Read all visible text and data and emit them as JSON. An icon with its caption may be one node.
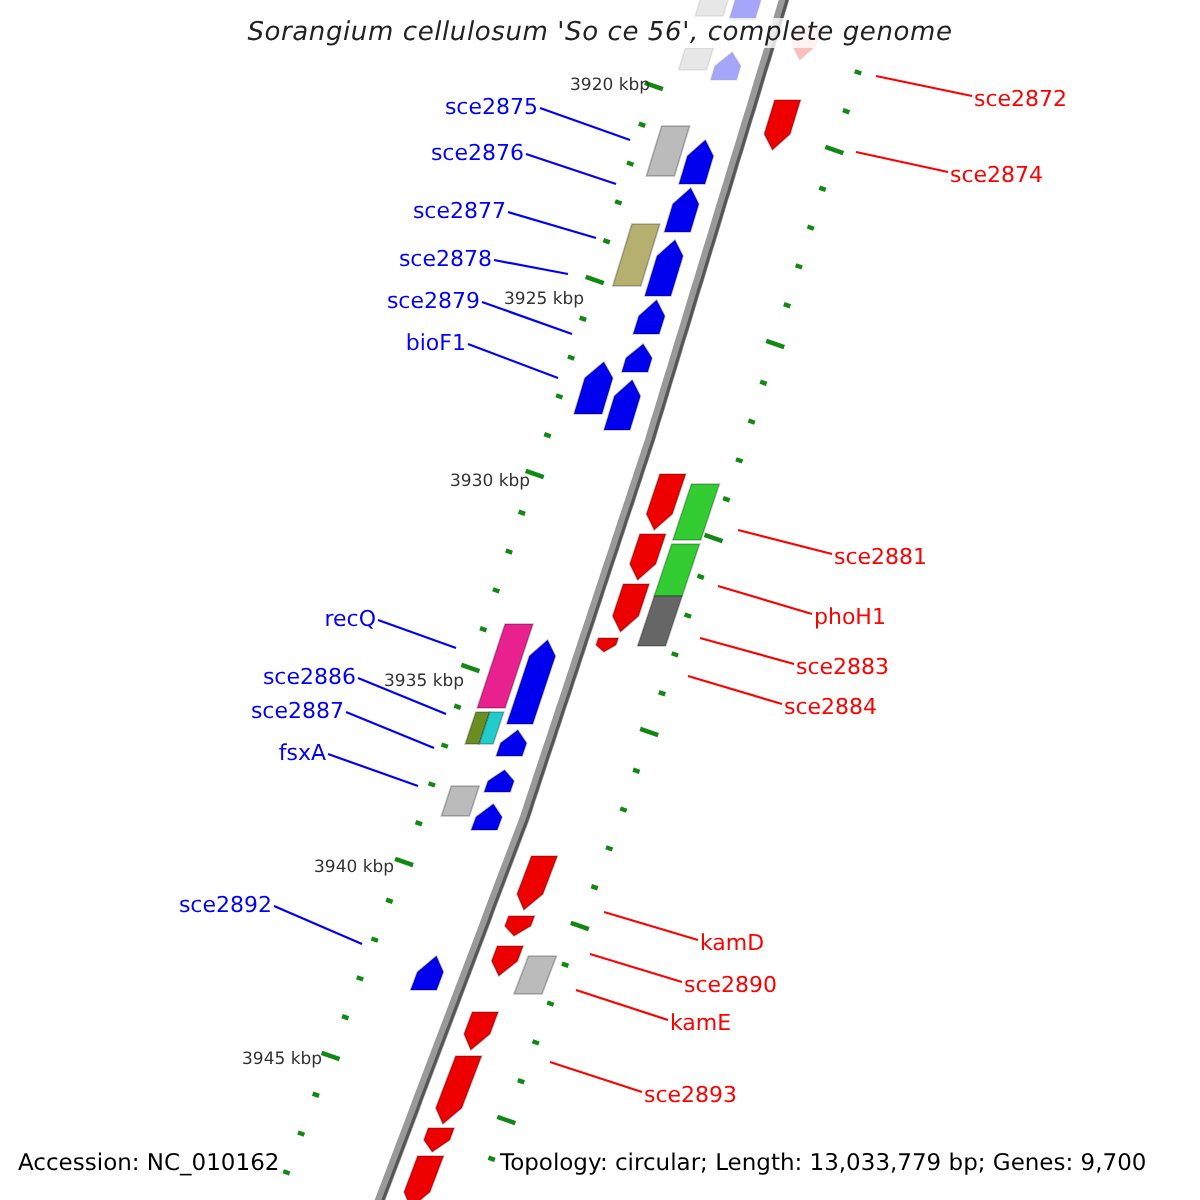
{
  "diagram": {
    "title": "Sorangium cellulosum 'So ce 56', complete genome",
    "nodes": [
      {
        "text": [
          "sce2872"
        ]
      },
      {
        "text": [
          "sce2875"
        ]
      },
      {
        "text": [
          "sce2876"
        ]
      },
      {
        "text": [
          "sce2874"
        ]
      },
      {
        "text": [
          "sce2877"
        ]
      },
      {
        "text": [
          "sce2878"
        ]
      },
      {
        "text": [
          "sce2879"
        ]
      },
      {
        "text": [
          "bioF1"
        ]
      },
      {
        "text": [
          "sce2881"
        ]
      },
      {
        "text": [
          "phoH1"
        ]
      },
      {
        "text": [
          "recQ"
        ]
      },
      {
        "text": [
          "sce2883"
        ]
      },
      {
        "text": [
          "sce2886"
        ]
      },
      {
        "text": [
          "sce2884"
        ]
      },
      {
        "text": [
          "sce2887"
        ]
      },
      {
        "text": [
          "fsxA"
        ]
      },
      {
        "text": [
          "sce2892"
        ]
      },
      {
        "text": [
          "kamD"
        ]
      },
      {
        "text": [
          "sce2890"
        ]
      },
      {
        "text": [
          "kamE"
        ]
      },
      {
        "text": [
          "sce2893"
        ]
      }
    ],
    "edges": [
      {
        "from": 0,
        "to": null,
        "arrow": "none",
        "color": "#ff0000"
      },
      {
        "from": 1,
        "to": null,
        "arrow": "none"
      },
      {
        "from": 2,
        "to": null,
        "arrow": "none"
      },
      {
        "from": 3,
        "to": null,
        "arrow": "none",
        "color": "#ff0000"
      },
      {
        "from": 4,
        "to": null,
        "arrow": "none"
      },
      {
        "from": 5,
        "to": null,
        "arrow": "none"
      },
      {
        "from": 6,
        "to": null,
        "arrow": "none"
      },
      {
        "from": 7,
        "to": null,
        "arrow": "none"
      },
      {
        "from": 8,
        "to": null,
        "arrow": "none",
        "color": "#ff0000"
      },
      {
        "from": 9,
        "to": null,
        "arrow": "none",
        "color": "#ff0000"
      },
      {
        "from": 10,
        "to": null,
        "arrow": "none"
      },
      {
        "from": 11,
        "to": null,
        "arrow": "none",
        "color": "#ff0000"
      },
      {
        "from": 12,
        "to": null,
        "arrow": "none"
      },
      {
        "from": 13,
        "to": null,
        "arrow": "none",
        "color": "#ff0000"
      },
      {
        "from": 14,
        "to": null,
        "arrow": "none"
      },
      {
        "from": 15,
        "to": null,
        "arrow": "none"
      },
      {
        "from": 16,
        "to": null,
        "arrow": "none"
      },
      {
        "from": 17,
        "to": null,
        "arrow": "none",
        "color": "#ff0000"
      },
      {
        "from": 18,
        "to": null,
        "arrow": "none",
        "color": "#ff0000"
      },
      {
        "from": 19,
        "to": null,
        "arrow": "none",
        "color": "#ff0000"
      },
      {
        "from": 20,
        "to": null,
        "arrow": "none",
        "color": "#ff0000"
      }
    ],
    "labels": [
      "3920 kbp",
      "3925 kbp",
      "3930 kbp",
      "3935 kbp",
      "3940 kbp",
      "3945 kbp",
      "Accession: NC_010162",
      "Topology: circular; Length: 13,033,779 bp; Genes: 9,700"
    ]
  }
}
